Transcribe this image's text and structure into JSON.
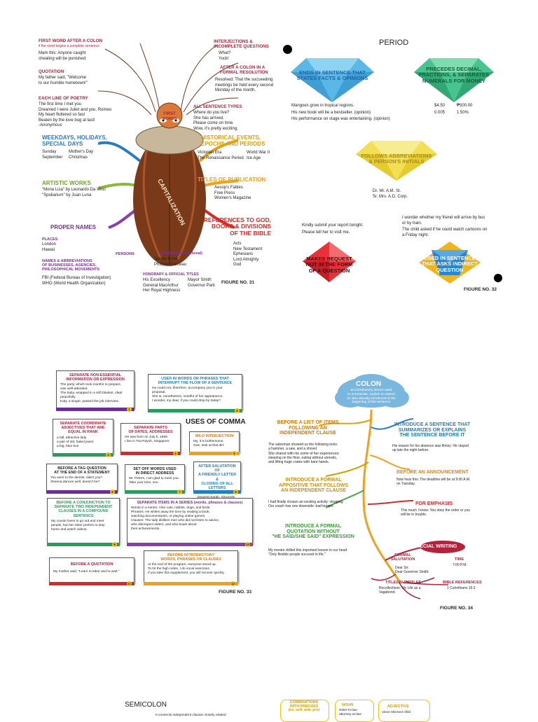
{
  "fig31": {
    "title": "CAPITALIZATION",
    "head_text": "FIRST\nWORDS",
    "figure_label": "FIGURE NO. 31",
    "colon_title": "FIRST WORD AFTER A COLON",
    "colon_sub": "if the word begins a complete sentence",
    "colon_ex": "Mark this: Anyone caught\ncheating will be punished.",
    "quotation_title": "QUOTATION",
    "quotation_ex": "My father said, \"Welcome\nto our humble hometown!\"",
    "poetry_title": "EACH LINE OF POETRY",
    "poetry_ex": "The first time I met you\nDreamed I were Juliet and you, Romeo\nMy heart fluttered so fast\nBeaten by the love bug at last!\n                        -Anonymous",
    "weekdays_title": "WEEKDAYS, HOLIDAYS,\nSPECIAL DAYS",
    "weekdays_ex1": "Sunday\nSeptember",
    "weekdays_ex2": "Mother's Day\nChristmas",
    "artistic_title": "ARTISTIC WORKS",
    "artistic_ex": "\"Mona Lisa\" by Leonardo Da Vinci\n\"Spoliarium\" by Juan Luna",
    "proper_title": "PROPER NAMES",
    "places_title": "PLACES",
    "places_ex": "London\nHawaii",
    "names_abbr_title": "NAMES & ABBREVIATIONS\nOF BUSINESSES, AGENCIES,\nPHILOSOPHICAL MOVEMENTS",
    "names_abbr_ex": "FBI (Federal Bureau of Investigation)\nWHO (World Health Organization)",
    "persons_title": "PERSONS",
    "names_real_title": "NAMES (real or fictional)",
    "names_real_ex": "James Bond\nPhilippe Garceau",
    "honorary_title": "HONORARY & OFFICIAL TITLES",
    "honorary_ex1": "His Excellency\nGeneral MacArthur\nHer Royal Highness",
    "honorary_ex2": "Mayor Smith\nGovernor Park",
    "interj_title": "INTERJECTIONS &\nINCOMPLETE QUESTIONS",
    "interj_ex": "What?\nYuck!",
    "formal_title": "AFTER A COLON IN A\nFORMAL RESOLUTION",
    "formal_ex": "Resolved: That the succeeding\nmeetings be held every second\nMonday of the month.",
    "sentence_types_title": "ALL SENTENCE TYPES",
    "sentence_types_ex": "Where do you live?\nShe has arrived.\nPlease come on time.\nWow, it's pretty exciting.",
    "historical_title": "HISTORICAL EVENTS,\nEPOCHS AND PERIODS",
    "historical_ex1": "Victorian Era\nThe Renaissance Period",
    "historical_ex2": "World War II\nIce Age",
    "pub_title": "TITLES OF PUBLICATION",
    "pub_ex": "Aesop's Fables\nFree Press\nWomen's Magazine",
    "god_title": "REFERENCES TO GOD,\nBOOKS & DIVISIONS\nOF THE BIBLE",
    "god_ex": "Acts\nNew Testament\nEphesians\nLord Almighty\nGod"
  },
  "fig32": {
    "title": "PERIOD",
    "figure_label": "FIGURE NO. 32",
    "gem1": "ENDS IN SENTENCE THAT\nSTATES FACTS & OPINIONS",
    "gem1_ex": "Mangoes grow in tropical regions.\nHis new book will be a bestseller. (opinion)\nHis performance on stage was entertaining. (opinion)",
    "gem2": "PRECEDES DECIMAL,\nFRACTIONS, & SEPARATES\nNUMERALS FOR MONEY",
    "gem2_ex1": "$4.50\n0.005",
    "gem2_ex2": "₱500.00\n1.50%",
    "gem3": "FOLLOWS ABBREVIATIONS\n& PERSON'S INITIALS",
    "gem3_ex1": "Dr.  Mr.   A.M.  St.\nSr.  Mrs.  A.D.   Corp.",
    "gem4": "MAKES REQUEST\nNOT IN THE FORM\nOF A QUESTION",
    "gem4_ex": "Kindly submit your report tonight.\nPlease tell her to visit me.",
    "gem5": "USED IN SENTENCE\nTHAT ASKS INDIRECT\nQUESTION",
    "gem5_ex": "I wonder whether my friend will arrive by bus\nor by train.\nThe child asked if he could watch cartoons on\na Friday night."
  },
  "fig33": {
    "title": "USES OF COMMA",
    "figure_label": "FIGURE NO. 33",
    "cards": [
      {
        "title": "SEPARATE NON-ESSENTIAL\nINFORMATION OR EXPRESSION",
        "body": "The party, which took months to prepare,\nwas well-attended.\nThe baby, wrapped in a soft blanket, slept\npeacefully.\nKaty, a singer, passed the job interview.",
        "num": "1"
      },
      {
        "title": "USED IN WORDS OR PHRASES THAT\nINTERRUPT THE FLOW OF A SENTENCE",
        "body": "He could not, therefore, accompany you in your\nproposal.\nShe is, nonetheless, mindful of her appearance.\nI wonder, my dear, if you could drop by today?",
        "num": "2"
      },
      {
        "title": "SEPARATE COORDINATE\nADJECTIVES THAT ARE\nEQUAL IN RANK",
        "body": "a tall, attractive lady\na pair of old, faded jeans\na big, blue bus",
        "num": "3"
      },
      {
        "title": "SEPARATE PARTS\nOF DATES, ADDRESSES",
        "body": "He was born on July 5, 1959.\nI live in Toa Payoh, Singapore.",
        "num": "4"
      },
      {
        "title": "MILD INTERJECTION",
        "body": "My, it is bothersome.\nGee, look at that dirt.",
        "num": "5"
      },
      {
        "title": "BEFORE A TAG QUESTION\nAT THE END OF A STATEMENT",
        "body": "You went to the dentist, didn't you?\nSheena dances well, doesn't he?",
        "num": "6"
      },
      {
        "title": "SET OFF WORDS USED\nIN DIRECT ADDRESS",
        "body": "Mr. Peters, I am glad to meet you.\nTake your time, son.",
        "num": "7"
      },
      {
        "title": "AFTER SALUTATION OF\nA FRIENDLY LETTER &\nCLOSING OF ALL LETTERS",
        "body": "Dear Troy,      Yours truly,\nDearest Sarah,  Sincerely yours,",
        "num": "8"
      },
      {
        "title": "BEFORE A CONJUNCTION TO\nSEPARATE TWO INDEPENDENT\nCLAUSES IN A COMPOUND\nSENTENCE",
        "body": "My cousin loves to go out and meet\npeople, but her sister prefers to stay\nhome and watch videos.",
        "num": "9"
      },
      {
        "title": "SEPARATE ITEMS IN A SERIES (words, phrases & clauses)",
        "body": "Words in a series: I like cats, rabbits, dogs, and birds.\nPhrases: He whiles away the time by reading a book,\n  watching documentaries, or playing online games.\nClauses: The lady dislikes men who did not listen to advice,\n  who disrespect elders, and who boast about\n  their achievements.",
        "num": "10"
      },
      {
        "title": "BEFORE A QUOTATION",
        "body": "My mother said, \"Learn to labor and to wait.\"",
        "num": "11"
      },
      {
        "title": "BEFORE INTRODUCTORY\nWORDS, PHRASES OR CLAUSES",
        "body": "At the end of the program, everyone stood up.\nTo hit the high notes, I do vocal exercises.\nIf you take this supplement, you will recover quickly.",
        "num": "12"
      }
    ]
  },
  "fig34": {
    "title": "COLON",
    "cloud_sub": "an introductory device used\nto enumerate, explain or extend\non idea already introduced at the\nbeginning of the sentence",
    "figure_label": "FIGURE NO. 34",
    "list_title": "BEFORE A LIST OF ITEMS\nFOLLOWING AN\nINDEPENDENT CLAUSE",
    "list_ex": "The salesman showed us the following tools:\na hammer, a saw, and a shovel.\nShe shared with me some of her experiences:\nsleeping on the floor, eating without utensils,\nand lifting huge crates with bare hands.",
    "appositive_title": "INTRODUCE A FORMAL\nAPPOSITIVE THAT FOLLOWS\nAN INDEPENDENT CLAUSE",
    "appositive_ex": "I had finally chosen an exciting activity: vlogging.\nOur coach has one downside: bad temper.",
    "quotation_title": "INTRODUCE A FORMAL\nQUOTATION WITHOUT\n\"HE SAID/SHE SAID\" EXPRESSION",
    "quotation_ex": "My mentor drilled this important lesson in our head:\n\"Only flexible people succeed in life.\"",
    "summarize_title": "INTRODUCE A SENTENCE THAT\nSUMMARIZES OR EXPLAINS\nTHE SENTENCE BEFORE IT",
    "summarize_ex": "His reason for his absence was flimsy: He stayed\nup late the night before.",
    "announce_title": "BEFORE AN ANNOUNCEMENT",
    "announce_ex": "Now hear this: The deadline will be at 9:00 A.M.\non Tuesday.",
    "emphasis_title": "FOR EMPHASIS",
    "emphasis_ex": "This much I know: You obey the order or you\nwill be in trouble.",
    "special_title": "SPECIAL WRITING",
    "salutation_title": "FORMAL\nSALUTATION",
    "salutation_ex": "Dear Sir:\nDear Governor Smith:",
    "time_title": "TIME",
    "time_ex": "7:00 P.M.",
    "titles_title": "TITLES/SUBTITLES",
    "titles_ex": "Recollections: My Life as a\nVagabond.",
    "bible_title": "BIBLE REFERENCES",
    "bible_ex": "1 Corinthians 15:3"
  },
  "bottom": {
    "semicolon_title": "SEMICOLON",
    "semicolon_sub": "It connects independent clauses closely related",
    "prefix_title": "COMBINATIONS\nWITH PREFIXES\n(ex, self, anti, pro)",
    "noun_title": "NOUN",
    "noun_ex": "sister-in-law\nattorney-at-law",
    "adjective_title": "ADJECTIVE",
    "adjective_ex": "onion-skinned child"
  }
}
